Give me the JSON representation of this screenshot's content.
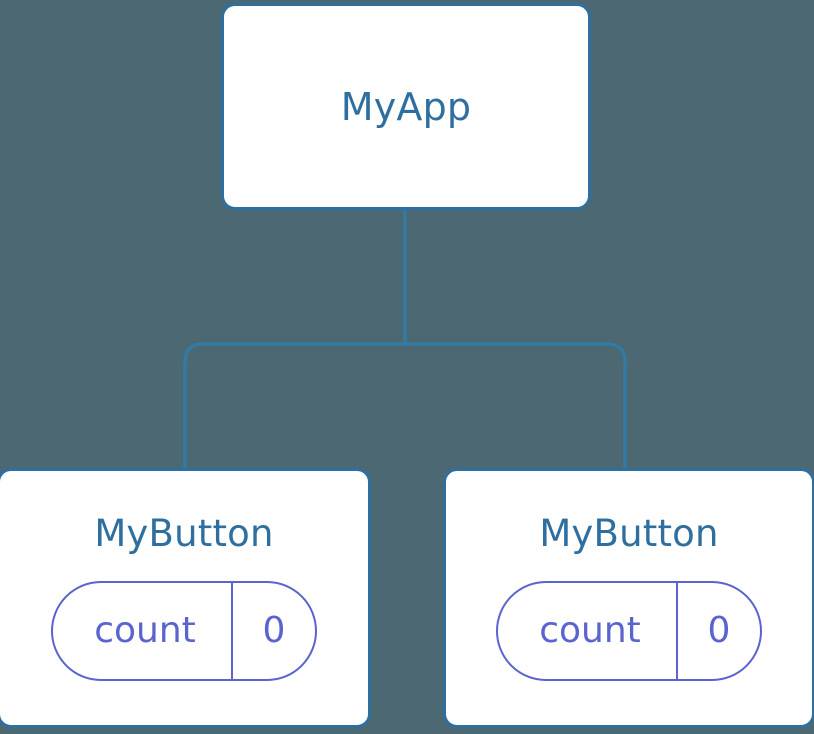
{
  "diagram": {
    "type": "component-tree",
    "background_color": "#4c6873",
    "node_border_color": "#2f6f9f",
    "node_title_color": "#2f6f9f",
    "state_color": "#5b63cf",
    "edge_color": "#2f7cab",
    "root": {
      "title": "MyApp"
    },
    "children": [
      {
        "title": "MyButton",
        "state": {
          "key": "count",
          "value": "0"
        }
      },
      {
        "title": "MyButton",
        "state": {
          "key": "count",
          "value": "0"
        }
      }
    ]
  }
}
